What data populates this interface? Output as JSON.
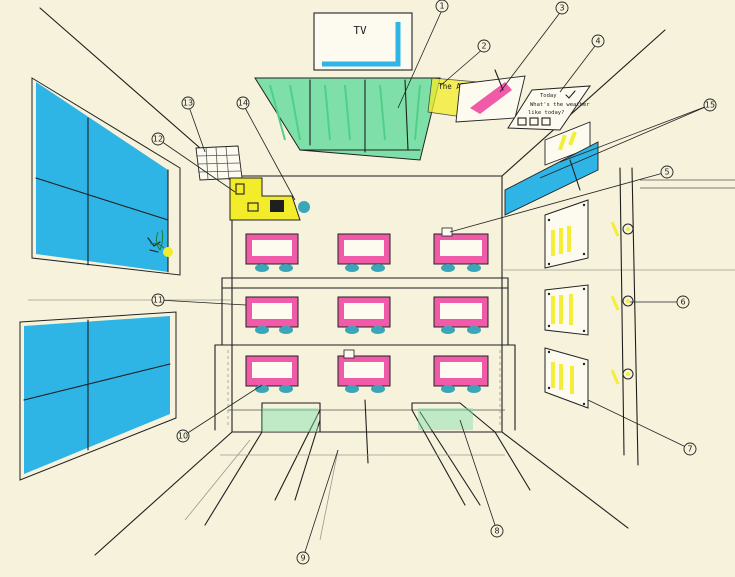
{
  "tv": {
    "label": "TV"
  },
  "signs": {
    "abc_card": "The ABC",
    "whiteboard_line1": "Today",
    "whiteboard_line2": "What's the weather",
    "whiteboard_line3": "like today?"
  },
  "callouts": [
    "1",
    "2",
    "3",
    "4",
    "5",
    "6",
    "7",
    "8",
    "9",
    "10",
    "11",
    "12",
    "13",
    "14",
    "15"
  ],
  "colors": {
    "paper": "#f6f2dc",
    "window_blue": "#2fb4e6",
    "ceiling_green": "#7ee0a8",
    "desk_pink": "#f05aa8",
    "chair_teal": "#3aa6b8",
    "teacher_desk_yellow": "#f2ec2a",
    "poster_yellow": "#f4ee3a"
  }
}
